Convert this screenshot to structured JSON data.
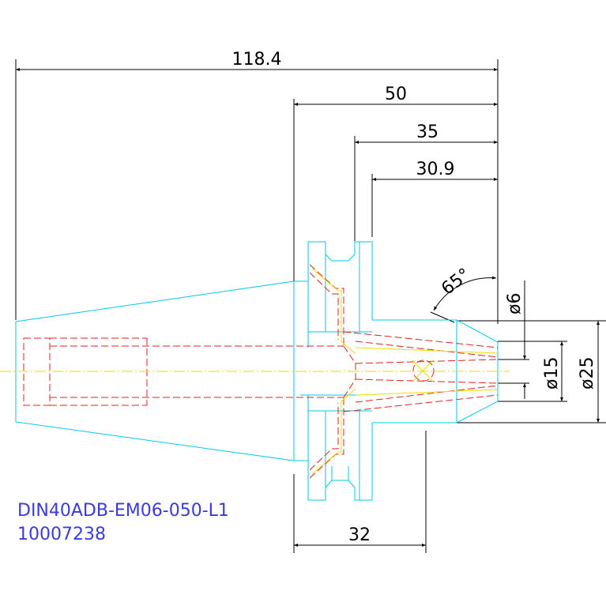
{
  "dimensions": {
    "overall_length": "118.4",
    "flange_to_tip": "50",
    "step_to_tip": "35",
    "nose_to_tip": "30.9",
    "cone_angle": "65°",
    "collet_bore": "ø6",
    "nose_inner": "ø15",
    "nose_outer": "ø25",
    "flange_width": "32"
  },
  "part": {
    "designation": "DIN40ADB-EM06-050-L1",
    "number": "10007238"
  },
  "colors": {
    "outline": "#00c8e8",
    "hidden": "#e02020",
    "centerline": "#e8e000",
    "dimension": "#000000",
    "label": "#3b3bd8"
  }
}
